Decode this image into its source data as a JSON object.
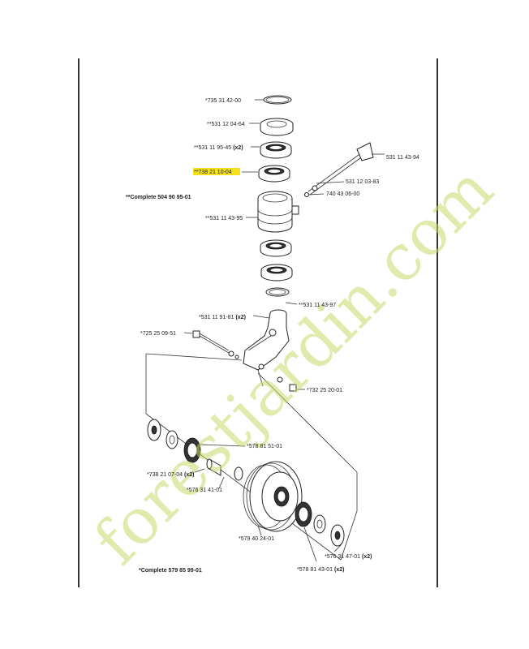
{
  "colors": {
    "highlight": "#f5e21d",
    "watermark": "#c8d96b",
    "watermark_accent": "#f0a24a",
    "ink": "#222222"
  },
  "watermark": {
    "text": "forestjardin.com"
  },
  "labels": {
    "p735_31_42_00": "*735 31 42-00",
    "p531_12_04_64": "**531 12 04-64",
    "p531_11_95_45": "**531 11 95-45",
    "p738_21_10_04": "**738 21 10-04",
    "p531_11_43_94": "531 11 43-94",
    "p531_12_03_83": "531 12 03-83",
    "p740_43_06_00": "740 43 06-00",
    "complete_504": "**Complete 504 90 95-01",
    "p531_11_43_95": "**531 11 43-95",
    "p531_11_43_97": "**531 11 43-97",
    "p531_11_91_81": "*531 11 91-81",
    "p725_25_09_51": "*725 25 09-51",
    "p732_25_20_01": "*732 25 20-01",
    "p578_81_51_01": "*578 81 51-01",
    "p738_21_07_04": "*738 21 07-04",
    "p576_31_41_01": "*576 31 41-01",
    "p579_40_24_01": "*579 40 24-01",
    "p576_31_47_01": "*576 31 47-01",
    "p578_81_43_01": "*578 81 43-01",
    "complete_579": "*Complete 579 85 99-01",
    "qty_x2": "(x2)"
  }
}
